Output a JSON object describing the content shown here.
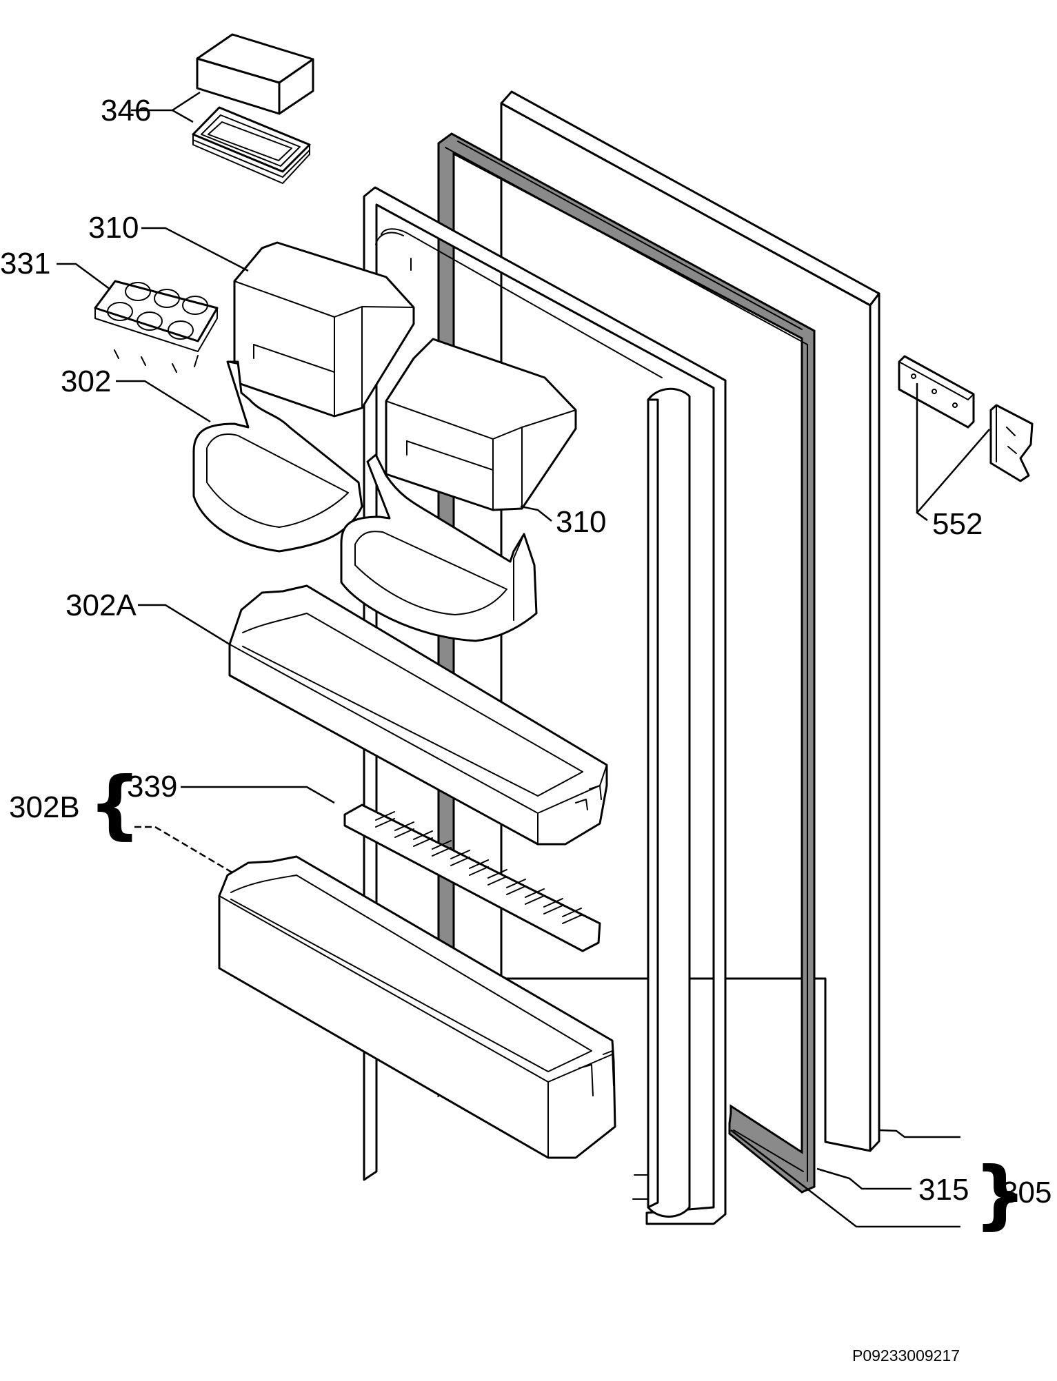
{
  "labels": {
    "l346": "346",
    "l310a": "310",
    "l331": "331",
    "l302": "302",
    "l310b": "310",
    "l552": "552",
    "l302a": "302A",
    "l302b": "302B",
    "l339": "339",
    "l315": "315",
    "l305": "305"
  },
  "footer": {
    "code": "P09233009217"
  }
}
